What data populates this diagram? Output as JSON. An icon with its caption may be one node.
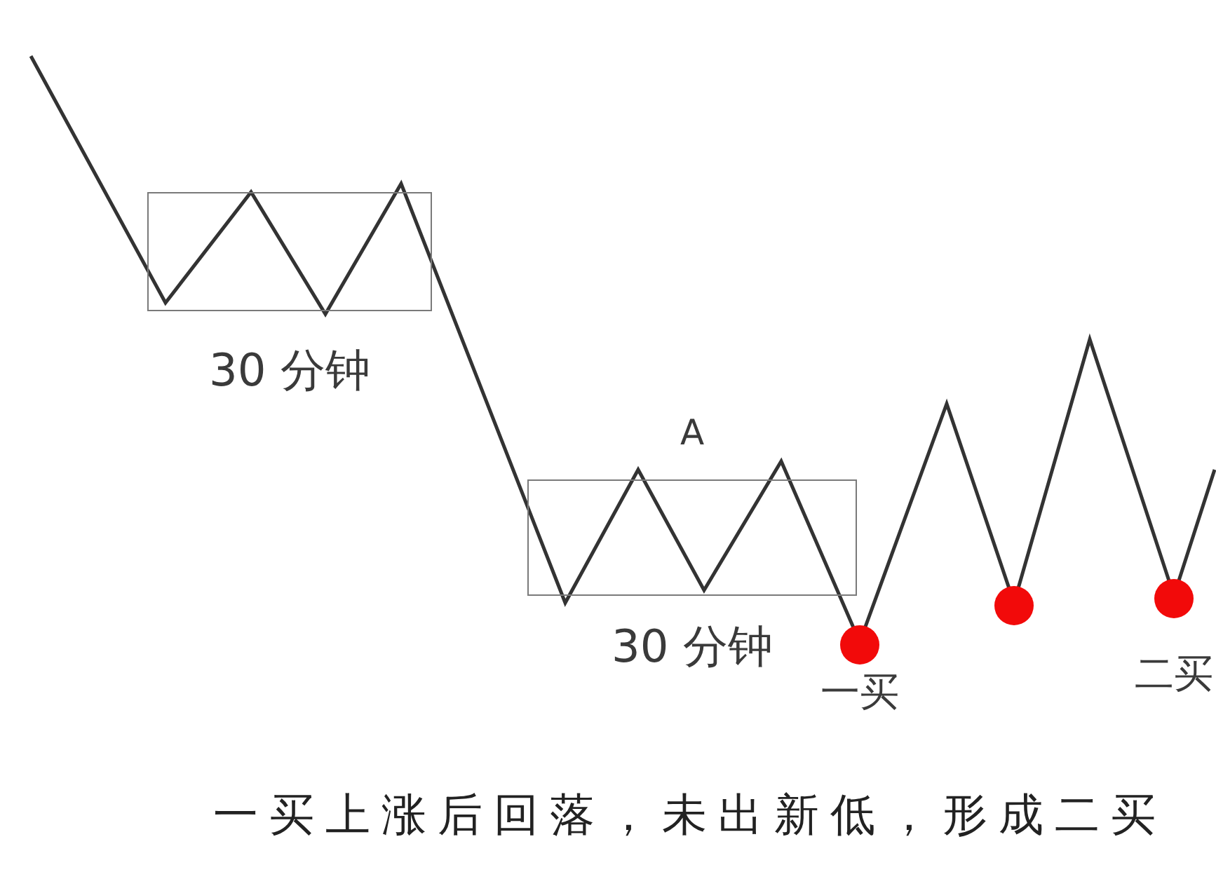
{
  "diagram": {
    "caption": "一买上涨后回落，未出新低，形成二买",
    "nodes": [
      {
        "text": [
          "30 分钟"
        ]
      },
      {
        "text": [
          "30 分钟"
        ],
        "beside": [
          "A"
        ]
      },
      {
        "text": [],
        "shape": "circle",
        "beside": [
          "一买"
        ]
      },
      {
        "text": [],
        "shape": "circle"
      },
      {
        "text": [],
        "shape": "circle",
        "beside": [
          "二买"
        ]
      }
    ]
  }
}
